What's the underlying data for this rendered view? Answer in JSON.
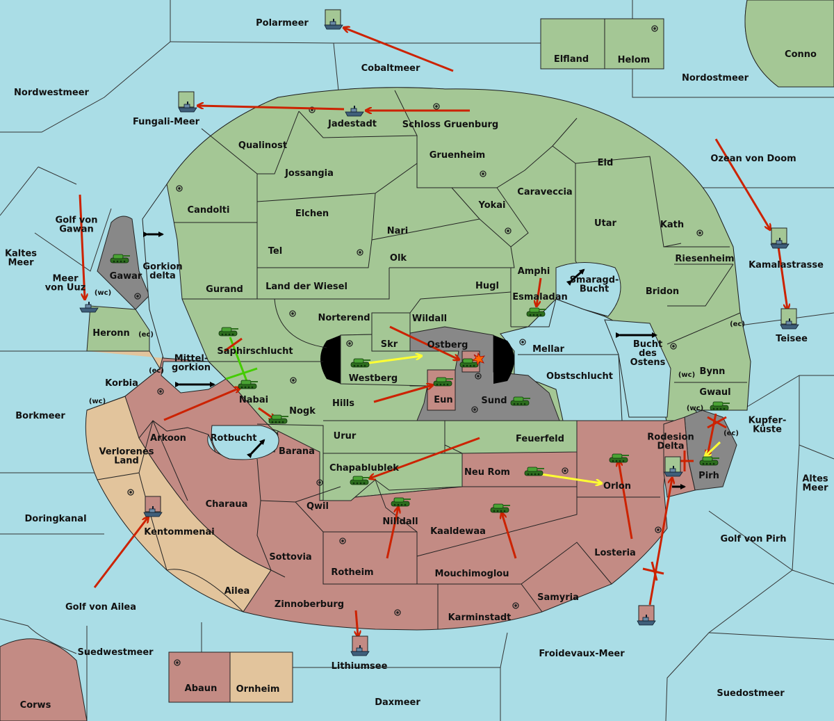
{
  "colors": {
    "sea": "#aadde6",
    "green_power": "#a4c795",
    "red_power": "#c38b84",
    "tan_power": "#e2c49c",
    "neutral_grey": "#888888",
    "impassable": "#000000",
    "army_unit": "#3a8a2a",
    "fleet_unit": "#4a6f8f",
    "move_arrow": "#cc2200",
    "support_arrow": "#ffff33",
    "green_arrow": "#44cc00",
    "convoy_arrow": "#000000"
  },
  "provinces": {
    "polarmeer": "Polarmeer",
    "cobaltmeer": "Cobaltmeer",
    "elfland": "Elfland",
    "helom": "Helom",
    "conno": "Conno",
    "nordostmeer": "Nordostmeer",
    "nordwestmeer": "Nordwestmeer",
    "fungali_meer": "Fungali-Meer",
    "jadestadt": "Jadestadt",
    "schloss_gruenburg": "Schloss Gruenburg",
    "qualinost": "Qualinost",
    "gruenheim": "Gruenheim",
    "eld": "Eld",
    "ozean_von_doom": "Ozean von Doom",
    "jossangia": "Jossangia",
    "caraveccia": "Caraveccia",
    "candolti": "Candolti",
    "elchen": "Elchen",
    "yokai": "Yokai",
    "utar": "Utar",
    "kath": "Kath",
    "golf_von_gawan": "Golf von\nGawan",
    "nari": "Nari",
    "tel": "Tel",
    "olk": "Olk",
    "riesenheim": "Riesenheim",
    "kamalastrasse": "Kamalastrasse",
    "kaltes_meer": "Kaltes\nMeer",
    "gawar": "Gawar",
    "gorkion_delta": "Gorkion\ndelta",
    "amphi": "Amphi",
    "gurand": "Gurand",
    "land_der_wiesel": "Land der Wiesel",
    "hugl": "Hugl",
    "smaragd_bucht": "Smaragd-\nBucht",
    "bridon": "Bridon",
    "meer_von_uuz": "Meer\nvon Uuz",
    "esmaladan": "Esmaladan",
    "teisee": "Teisee",
    "heronn": "Heronn",
    "norterend": "Norterend",
    "wildall": "Wildall",
    "skr": "Skr",
    "ostberg": "Ostberg",
    "saphirschlucht": "Saphirschlucht",
    "mellar": "Mellar",
    "bucht_des_ostens": "Bucht\ndes\nOstens",
    "mittel_gorkion": "Mittel-\ngorkion",
    "westberg": "Westberg",
    "obstschlucht": "Obstschlucht",
    "bynn": "Bynn",
    "korbia": "Korbia",
    "nabai": "Nabai",
    "hills": "Hills",
    "eun": "Eun",
    "sund": "Sund",
    "gwaul": "Gwaul",
    "borkmeer": "Borkmeer",
    "nogk": "Nogk",
    "kupfer_kueste": "Kupfer-\nKüste",
    "arkoon": "Arkoon",
    "rotbucht": "Rotbucht",
    "urur": "Urur",
    "feuerfeld": "Feuerfeld",
    "rodesion_delta": "Rodesion\nDelta",
    "barana": "Barana",
    "verlorenes_land": "Verlorenes\nLand",
    "chapablublek": "Chapablublek",
    "neu_rom": "Neu Rom",
    "pirh": "Pirh",
    "orlon": "Orlon",
    "altes_meer": "Altes\nMeer",
    "charaua": "Charaua",
    "qwil": "Qwil",
    "doringkanal": "Doringkanal",
    "nilldall": "Nilldall",
    "kentommenai": "Kentommenai",
    "kaaldewaa": "Kaaldewaa",
    "golf_von_pirh": "Golf von Pirh",
    "sottovia": "Sottovia",
    "losteria": "Losteria",
    "rotheim": "Rotheim",
    "mouchimoglou": "Mouchimoglou",
    "ailea": "Ailea",
    "samyria": "Samyria",
    "golf_von_ailea": "Golf von Ailea",
    "zinnoberburg": "Zinnoberburg",
    "karminstadt": "Karminstadt",
    "suedwestmeer": "Suedwestmeer",
    "froidevaux_meer": "Froidevaux-Meer",
    "abaun": "Abaun",
    "ornheim": "Ornheim",
    "lithiumsee": "Lithiumsee",
    "suedostmeer": "Suedostmeer",
    "daxmeer": "Daxmeer",
    "corws": "Corws"
  },
  "coast_tags": {
    "wc": "(wc)",
    "ec": "(ec)"
  },
  "units": {
    "army_icon": "tank-icon",
    "fleet_icon": "ship-icon",
    "dislodged_icon": "explosion-icon"
  },
  "orders": {
    "failed_marker": "red-x-icon",
    "convoy_marker": "double-arrow-icon"
  }
}
